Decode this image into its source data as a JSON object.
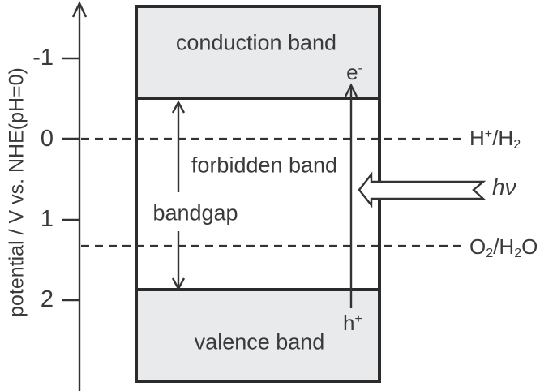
{
  "colors": {
    "band_fill": "#e9eaec",
    "line": "#333333",
    "border": "#2b2b2b",
    "text": "#3a3a3a",
    "arrow_fill": "#ffffff",
    "bg": "#ffffff"
  },
  "axis": {
    "label": "potential / V vs. NHE(pH=0)",
    "ticks": [
      "-1",
      "0",
      "1",
      "2"
    ]
  },
  "bands": {
    "conduction": "conduction band",
    "forbidden": "forbidden band",
    "valence": "valence band",
    "bandgap": "bandgap"
  },
  "carriers": {
    "electron": {
      "base": "e",
      "sup": "-"
    },
    "hole": {
      "base": "h",
      "sup": "+"
    }
  },
  "redox": {
    "hydrogen": {
      "p1": "H",
      "sup": "+",
      "p2": "/H",
      "sub": "2"
    },
    "oxygen": {
      "p1": "O",
      "sub1": "2",
      "p2": "/H",
      "sub2": "2",
      "p3": "O"
    }
  },
  "photon": {
    "label": "hν"
  }
}
